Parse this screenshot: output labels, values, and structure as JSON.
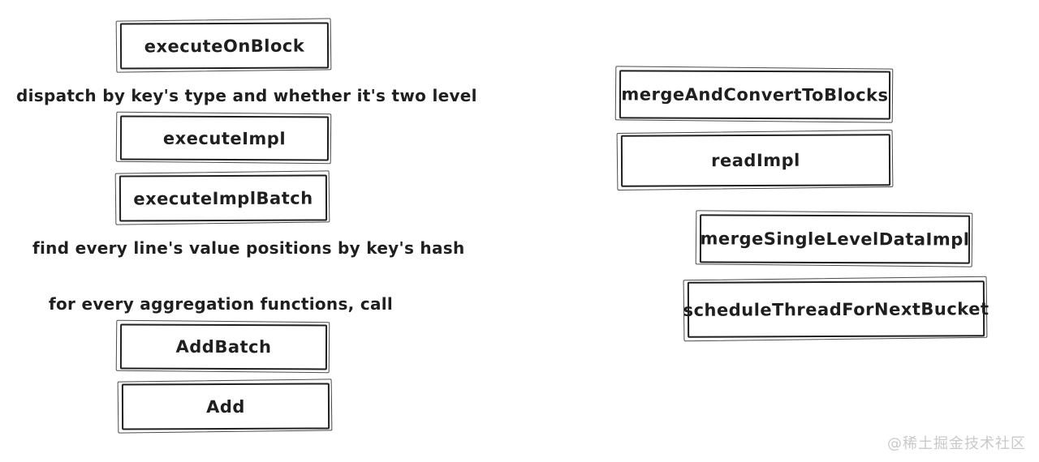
{
  "left_column": {
    "boxes": [
      {
        "label": "executeOnBlock"
      },
      {
        "label": "executeImpl"
      },
      {
        "label": "executeImplBatch"
      },
      {
        "label": "AddBatch"
      },
      {
        "label": "Add"
      }
    ],
    "notes": [
      {
        "text": "dispatch by key's type and whether it's two level"
      },
      {
        "text": "find every line's value positions by key's hash"
      },
      {
        "text": "for every aggregation functions, call"
      }
    ]
  },
  "right_column": {
    "boxes": [
      {
        "label": "mergeAndConvertToBlocks"
      },
      {
        "label": "readImpl"
      },
      {
        "label": "mergeSingleLevelDataImpl"
      },
      {
        "label": "scheduleThreadForNextBucket"
      }
    ]
  },
  "watermark": {
    "text": "@稀土掘金技术社区"
  },
  "colors": {
    "ink": "#1f1f1f",
    "background": "#ffffff",
    "watermark": "#c9c9c9"
  }
}
